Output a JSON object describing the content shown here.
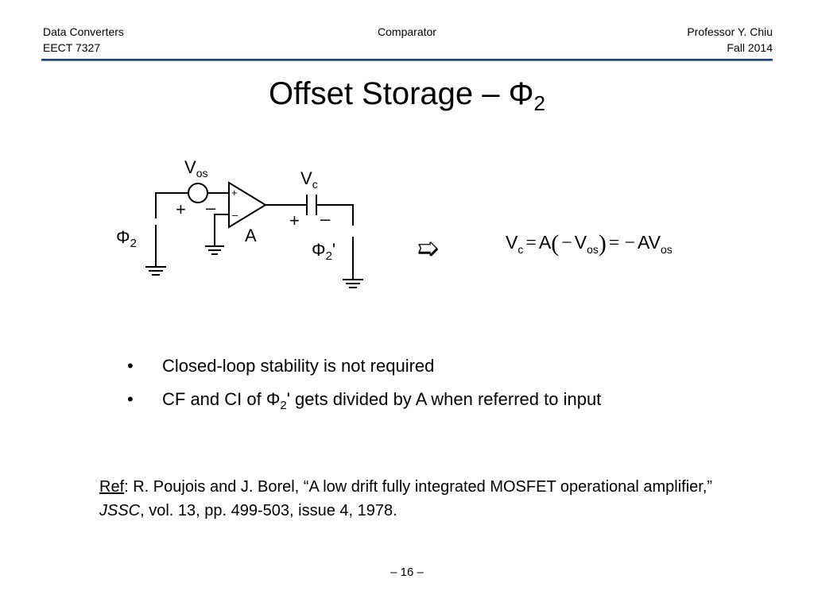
{
  "header": {
    "course_name": "Data Converters",
    "course_code": "EECT 7327",
    "topic": "Comparator",
    "instructor": "Professor Y. Chiu",
    "term": "Fall 2014"
  },
  "slide": {
    "title_main": "Offset Storage – Φ",
    "title_sub": "2"
  },
  "circuit": {
    "vos_main": "V",
    "vos_sub": "os",
    "vc_main": "V",
    "vc_sub": "c",
    "amp_label": "A",
    "amp_plus": "+",
    "amp_minus": "–",
    "source_plus": "+",
    "source_minus": "–",
    "cap_plus": "+",
    "cap_minus": "–",
    "phi2_main": "Φ",
    "phi2_sub": "2",
    "phi2p_main": "Φ",
    "phi2p_sub": "2",
    "phi2p_prime": "'"
  },
  "implies_symbol": "➯",
  "equation": {
    "lhs_main": "V",
    "lhs_sub": "c",
    "eq1": "=",
    "a": "A",
    "open_paren": "(",
    "minus1": "−",
    "vos_main": "V",
    "vos_sub": "os",
    "close_paren": ")",
    "eq2": "=",
    "minus2": "−",
    "av_main": "AV",
    "av_sub": "os"
  },
  "bullets": [
    {
      "marker": "•",
      "text": "Closed-loop stability is not required"
    },
    {
      "marker": "•",
      "text_pre": "CF and CI of Φ",
      "text_sub": "2",
      "text_post": "' gets divided by A when referred to input"
    }
  ],
  "reference": {
    "label": "Ref",
    "colon": ":  R. Poujois and J. Borel, “A low drift fully integrated MOSFET operational amplifier,” ",
    "journal": "JSSC",
    "rest": ", vol. 13, pp. 499-503, issue 4, 1978."
  },
  "page_number": "– 16 –"
}
